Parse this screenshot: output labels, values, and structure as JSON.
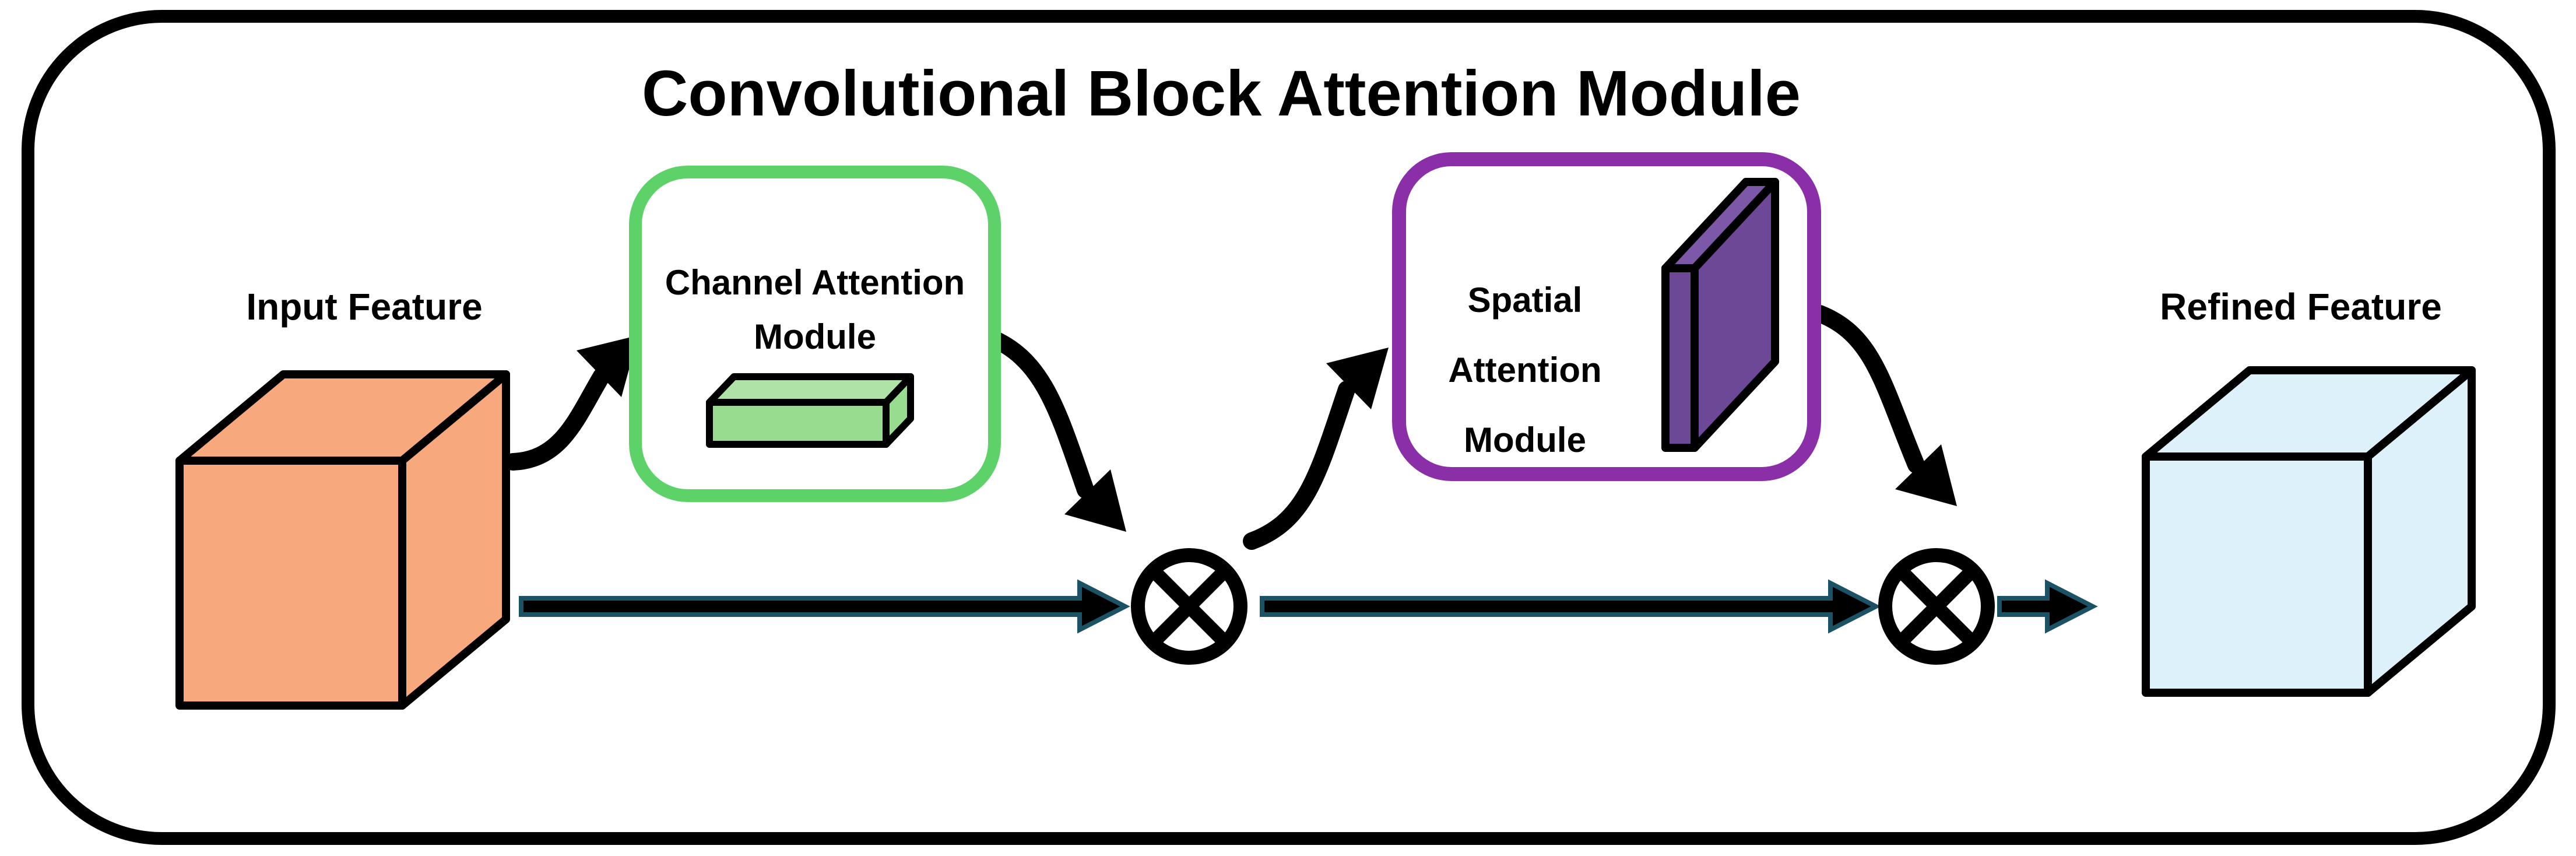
{
  "title": "Convolutional Block Attention Module",
  "input_feature": {
    "label": "Input Feature"
  },
  "channel_module": {
    "label_lines": [
      "Channel Attention",
      "Module"
    ]
  },
  "spatial_module": {
    "label_lines": [
      "Spatial",
      "Attention",
      "Module"
    ]
  },
  "refined_feature": {
    "label": "Refined Feature"
  },
  "operators": {
    "first": {
      "name": "element-wise multiplication",
      "glyph": "⊗"
    },
    "second": {
      "name": "element-wise multiplication",
      "glyph": "⊗"
    }
  },
  "colors": {
    "frame_stroke": "#000000",
    "input_cube": "#F8A87D",
    "refined_cube": "#DDF1FA",
    "channel_border": "#5DD269",
    "channel_block_front": "#98DC90",
    "channel_block_top": "#AEE2A6",
    "spatial_border": "#8B2FA9",
    "spatial_block": "#6D4897",
    "spatial_block_top": "#7E58A8",
    "arrow_fill": "#000000",
    "arrow_outline": "#1B5266"
  }
}
